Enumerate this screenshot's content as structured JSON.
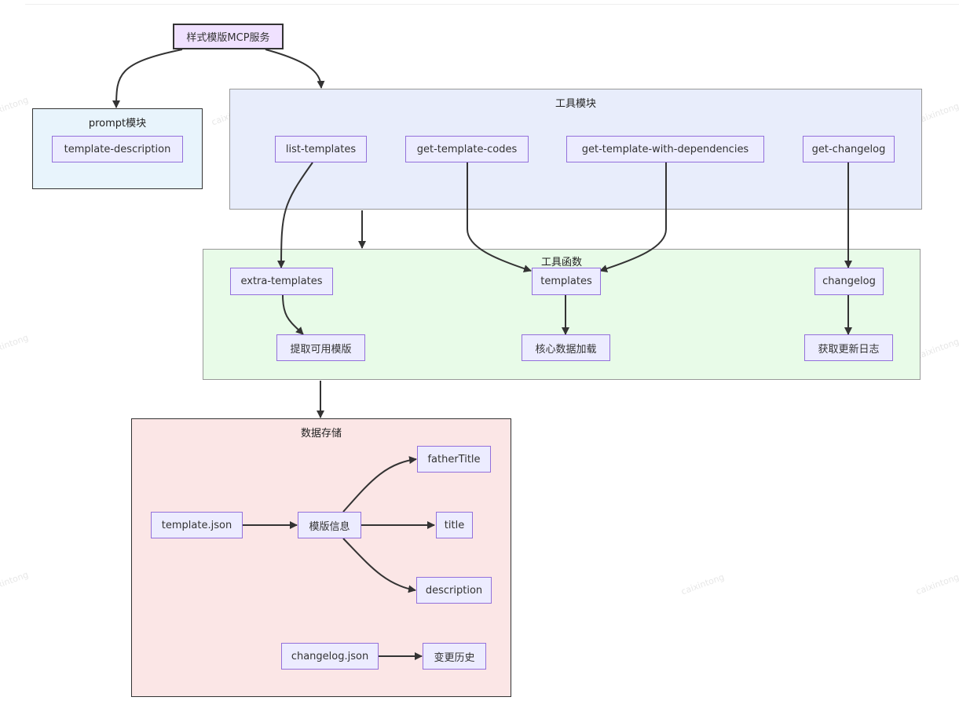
{
  "diagram": {
    "root": {
      "label": "样式模版MCP服务"
    },
    "watermark": "caixintong",
    "groups": {
      "prompt": {
        "title": "prompt模块",
        "nodes": {
          "template_description": "template-description"
        }
      },
      "tools": {
        "title": "工具模块",
        "nodes": {
          "list_templates": "list-templates",
          "get_template_codes": "get-template-codes",
          "get_template_with_dependencies": "get-template-with-dependencies",
          "get_changelog": "get-changelog"
        }
      },
      "functions": {
        "title": "工具函数",
        "nodes": {
          "extra_templates": "extra-templates",
          "templates": "templates",
          "changelog": "changelog",
          "extract_templates": "提取可用模版",
          "core_data_load": "核心数据加载",
          "get_update_log": "获取更新日志"
        }
      },
      "storage": {
        "title": "数据存储",
        "nodes": {
          "template_json": "template.json",
          "template_info": "模版信息",
          "father_title": "fatherTitle",
          "title": "title",
          "description": "description",
          "changelog_json": "changelog.json",
          "change_history": "变更历史"
        }
      }
    },
    "edges": [
      [
        "样式模版MCP服务",
        "prompt模块"
      ],
      [
        "样式模版MCP服务",
        "工具模块"
      ],
      [
        "工具模块",
        "工具函数"
      ],
      [
        "工具函数",
        "数据存储"
      ],
      [
        "list-templates",
        "extra-templates"
      ],
      [
        "get-template-codes",
        "templates"
      ],
      [
        "get-template-with-dependencies",
        "templates"
      ],
      [
        "get-changelog",
        "changelog"
      ],
      [
        "extra-templates",
        "提取可用模版"
      ],
      [
        "templates",
        "核心数据加载"
      ],
      [
        "changelog",
        "获取更新日志"
      ],
      [
        "template.json",
        "模版信息"
      ],
      [
        "模版信息",
        "fatherTitle"
      ],
      [
        "模版信息",
        "title"
      ],
      [
        "模版信息",
        "description"
      ],
      [
        "changelog.json",
        "变更历史"
      ]
    ],
    "colors": {
      "node_fill": "#ececff",
      "node_border": "#9370db",
      "root_fill": "#f0e1ff",
      "root_border": "#333333",
      "prompt_fill": "#e8f4fc",
      "tools_fill": "#e8edfb",
      "functions_fill": "#e8fbe8",
      "storage_fill": "#fbe6e6",
      "edge": "#333333"
    }
  }
}
